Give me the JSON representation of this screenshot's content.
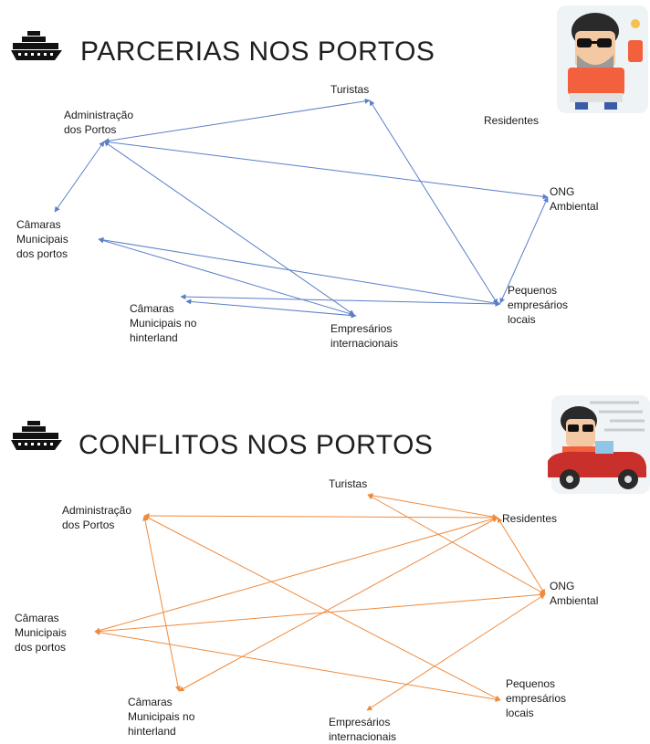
{
  "sections": [
    {
      "title": "PARCERIAS NOS PORTOS",
      "color": "#5a7fc8",
      "nodes": {
        "admin": "Administração\ndos Portos",
        "turistas": "Turistas",
        "residentes": "Residentes",
        "ong": "ONG\nAmbiental",
        "camaras_portos": "Câmaras\nMunicipais\ndos portos",
        "camaras_hinter": "Câmaras\nMunicipais no\nhinterland",
        "empresarios_int": "Empresários\ninternacionais",
        "pequenos": "Pequenos\nempresários\nlocais"
      }
    },
    {
      "title": "CONFLITOS NOS PORTOS",
      "color": "#f08a3c",
      "nodes": {
        "turistas": "Turistas",
        "admin": "Administração\ndos Portos",
        "residentes": "Residentes",
        "ong": "ONG\nAmbiental",
        "camaras_portos": "Câmaras\nMunicipais\ndos portos",
        "pequenos": "Pequenos\nempresários\nlocais",
        "camaras_hinter": "Câmaras\nMunicipais no\nhinterland",
        "empresarios_int": "Empresários\ninternacionais"
      }
    }
  ],
  "icons": [
    "ship-icon",
    "mascot-drinking-icon",
    "mascot-car-icon"
  ]
}
